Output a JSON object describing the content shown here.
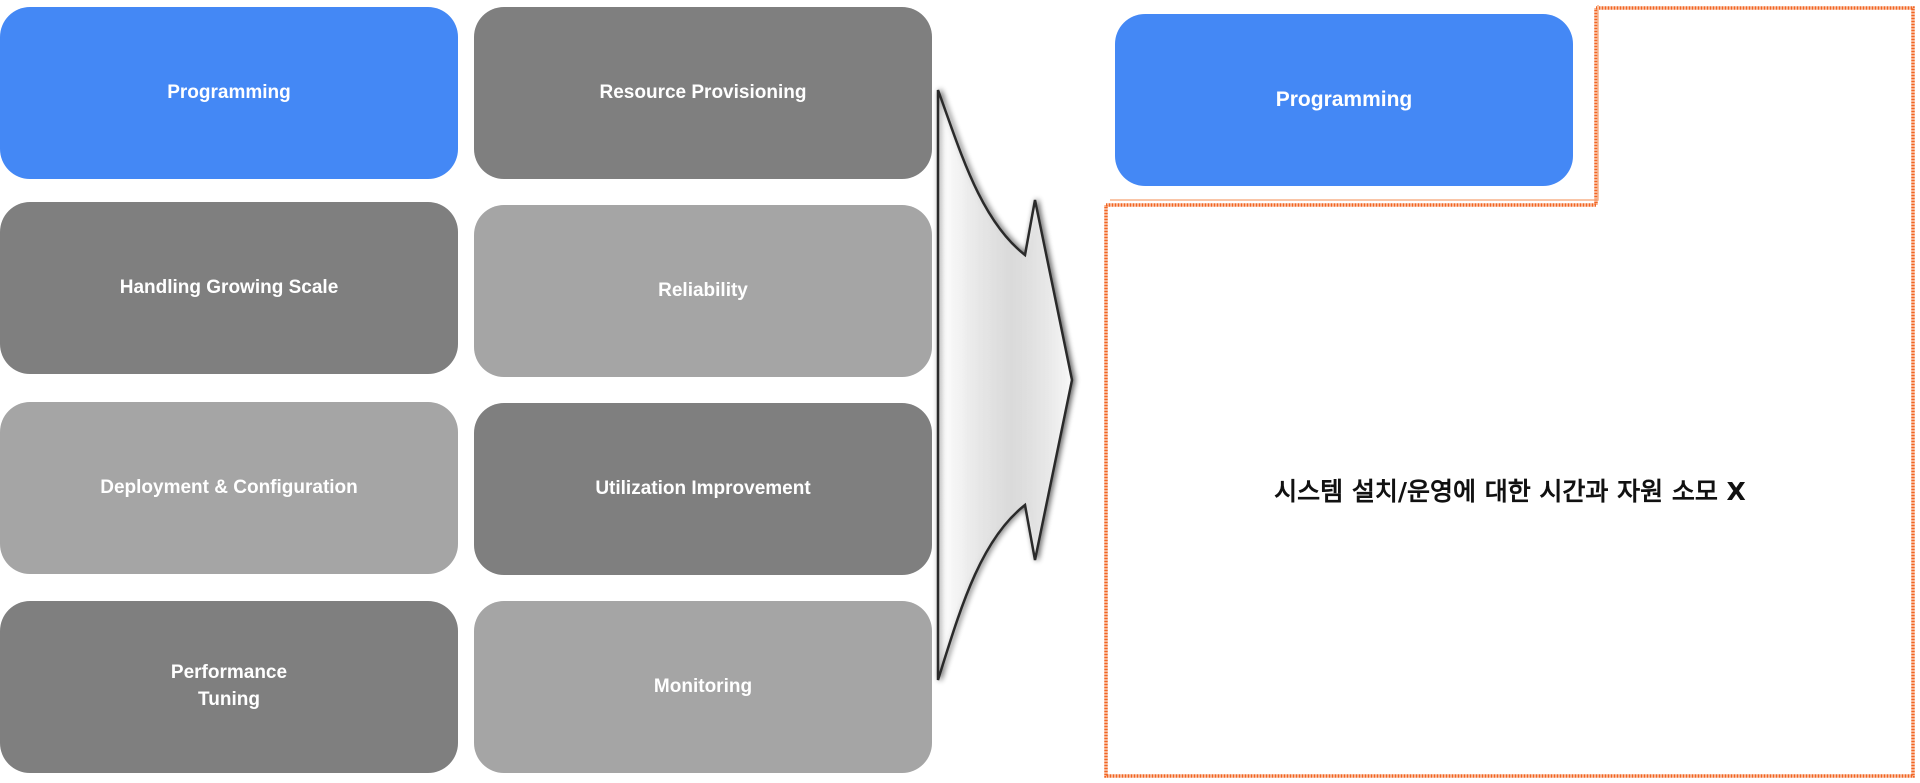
{
  "left_grid": {
    "items": [
      {
        "label": "Programming",
        "color": "#4488f5"
      },
      {
        "label": "Resource Provisioning",
        "color": "#7f7f7f"
      },
      {
        "label": "Handling Growing Scale",
        "color": "#7f7f7f"
      },
      {
        "label": "Reliability",
        "color": "#a5a5a5"
      },
      {
        "label": "Deployment & Configuration",
        "color": "#a5a5a5"
      },
      {
        "label": "Utilization Improvement",
        "color": "#7f7f7f"
      },
      {
        "label": "Performance\nTuning",
        "color": "#7f7f7f"
      },
      {
        "label": "Monitoring",
        "color": "#a5a5a5"
      }
    ]
  },
  "arrow": {
    "icon": "right-chevron-arrow-icon",
    "color": "#555555"
  },
  "result": {
    "programming_label": "Programming",
    "caption": "시스템 설치/운영에 대한 시간과 자원 소모 X",
    "border_color": "#f26522"
  }
}
